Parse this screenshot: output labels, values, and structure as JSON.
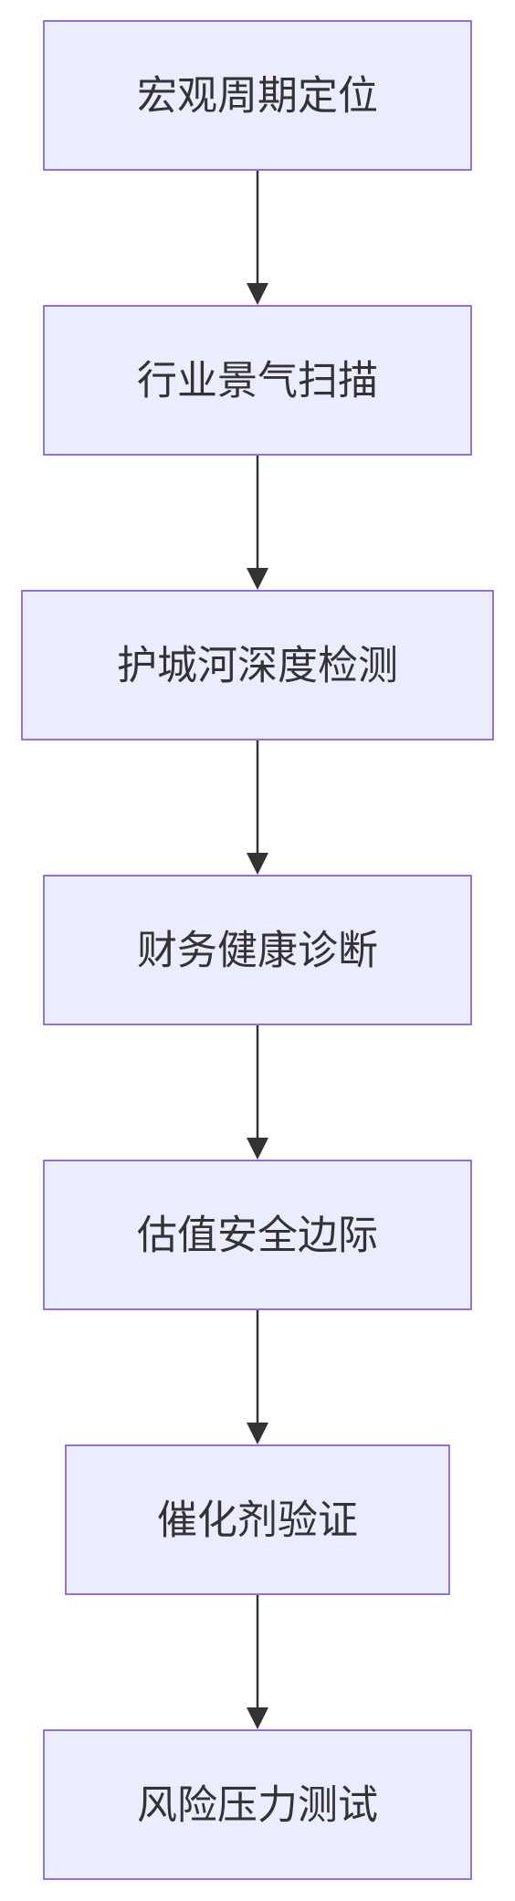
{
  "nodes": [
    {
      "label": "宏观周期定位"
    },
    {
      "label": "行业景气扫描"
    },
    {
      "label": "护城河深度检测"
    },
    {
      "label": "财务健康诊断"
    },
    {
      "label": "估值安全边际"
    },
    {
      "label": "催化剂验证"
    },
    {
      "label": "风险压力测试"
    }
  ],
  "colors": {
    "node_fill": "#ececff",
    "node_border": "#9370db",
    "text": "#333333",
    "edge": "#333333"
  }
}
